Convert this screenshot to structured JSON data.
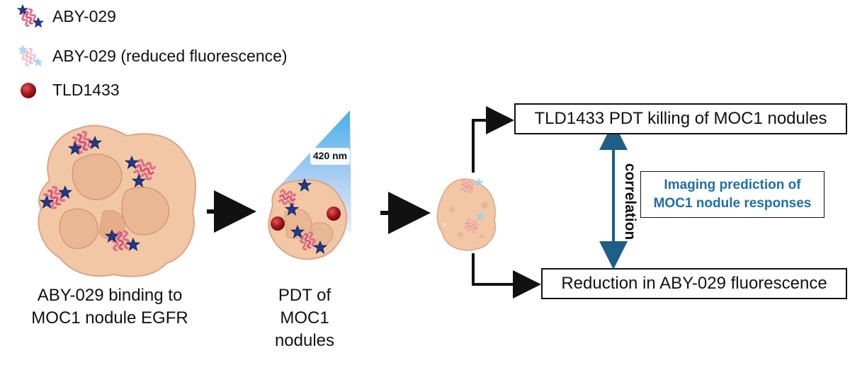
{
  "legend": [
    {
      "label": "ABY-029",
      "icon": "aby029-star-icon"
    },
    {
      "label": "ABY-029 (reduced fluorescence)",
      "icon": "aby029-faded-icon"
    },
    {
      "label": "TLD1433",
      "icon": "tld1433-sphere-icon"
    }
  ],
  "steps": [
    {
      "lines": [
        "ABY-029 binding to",
        "MOC1 nodule EGFR"
      ]
    },
    {
      "lines": [
        "PDT of",
        "MOC1",
        "nodules"
      ]
    }
  ],
  "light_label": "420 nm",
  "outcomes": {
    "top": "TLD1433 PDT killing of MOC1 nodules",
    "bottom": "Reduction in ABY-029 fluorescence"
  },
  "correlation_label": "correlation",
  "prediction_box": {
    "lines": [
      "Imaging prediction of",
      "MOC1 nodule responses"
    ]
  },
  "colors": {
    "cell_fill": "#f2c7a6",
    "cell_stroke": "#d9a687",
    "star": "#1e3a8a",
    "peptide": "#e0708a",
    "sphere": "#a8181c",
    "light": "#33a9e6",
    "accent_text": "#1f6fa8",
    "double_arrow": "#1f5f86"
  }
}
